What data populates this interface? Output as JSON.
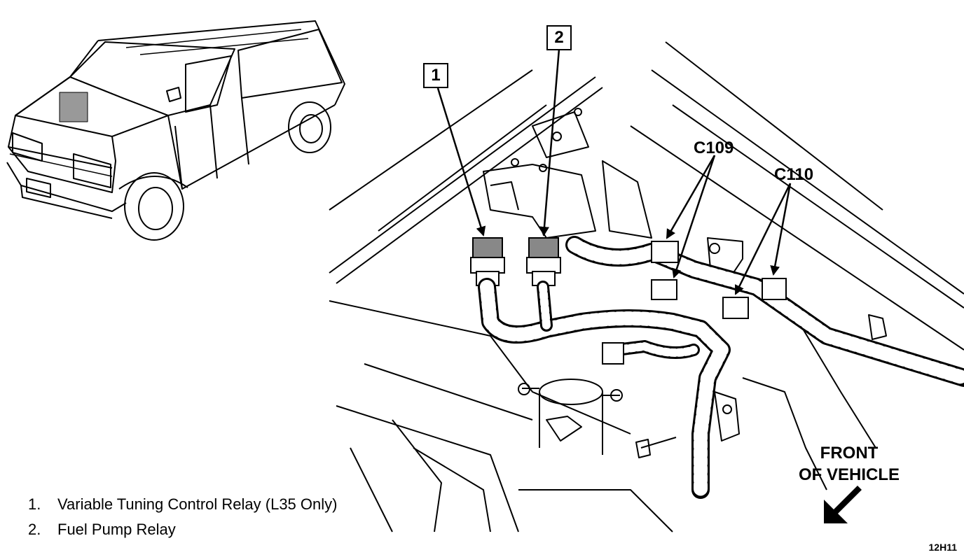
{
  "callouts": [
    {
      "number": "1"
    },
    {
      "number": "2"
    }
  ],
  "connectors": [
    {
      "label": "C109"
    },
    {
      "label": "C110"
    }
  ],
  "front_label": {
    "line1": "FRONT",
    "line2": "OF VEHICLE"
  },
  "legend": [
    {
      "num": "1.",
      "text": "Variable Tuning Control Relay (L35 Only)"
    },
    {
      "num": "2.",
      "text": "Fuel Pump Relay"
    }
  ],
  "figure_code": "12H11"
}
